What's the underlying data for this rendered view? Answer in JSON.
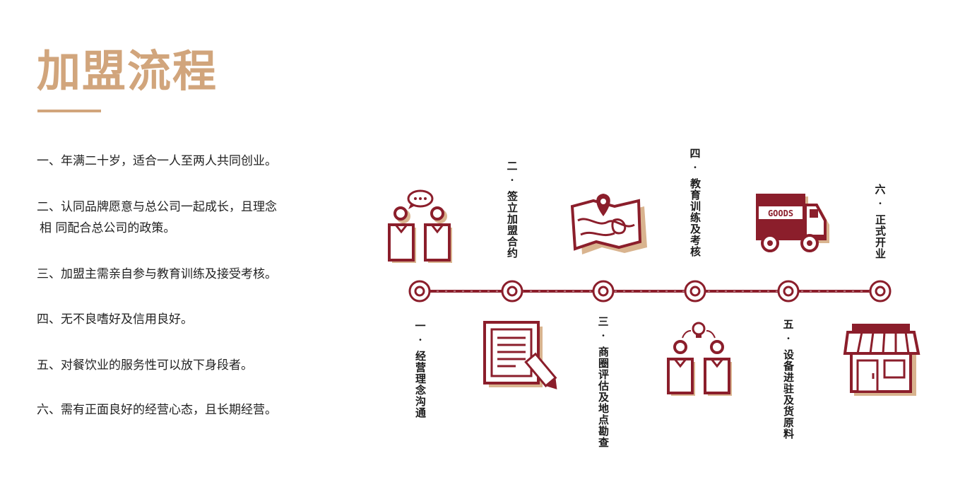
{
  "header": {
    "title": "加盟流程"
  },
  "requirements": [
    {
      "lines": [
        "一、年满二十岁，适合一人至两人共同创业。"
      ]
    },
    {
      "lines": [
        "二、认同品牌愿意与总公司一起成长，且理念",
        "相 同配合总公司的政策。"
      ]
    },
    {
      "lines": [
        "三、加盟主需亲自参与教育训练及接受考核。"
      ]
    },
    {
      "lines": [
        "四、无不良嗜好及信用良好。"
      ]
    },
    {
      "lines": [
        "五、对餐饮业的服务性可以放下身段者。"
      ]
    },
    {
      "lines": [
        "六、需有正面良好的经营心态，且长期经营。"
      ]
    }
  ],
  "steps": [
    {
      "num": "一",
      "dot": "·",
      "text": "经营理念沟通",
      "icon": "two-people-chat-icon"
    },
    {
      "num": "二",
      "dot": "·",
      "text": "签立加盟合约",
      "icon": "contract-document-icon"
    },
    {
      "num": "三",
      "dot": "·",
      "text": "商圈评估及地点勘查",
      "icon": "map-pin-icon"
    },
    {
      "num": "四",
      "dot": "·",
      "text": "教育训练及考核",
      "icon": "two-people-idea-icon"
    },
    {
      "num": "五",
      "dot": "·",
      "text": "设备进驻及货原料",
      "icon": "goods-truck-icon"
    },
    {
      "num": "六",
      "dot": "·",
      "text": "正式开业",
      "icon": "storefront-icon"
    }
  ],
  "truck_label": "GOODS",
  "colors": {
    "accent": "#d1a57c",
    "maroon": "#8b1e2b",
    "tan": "#d9b48f",
    "text": "#222222"
  }
}
